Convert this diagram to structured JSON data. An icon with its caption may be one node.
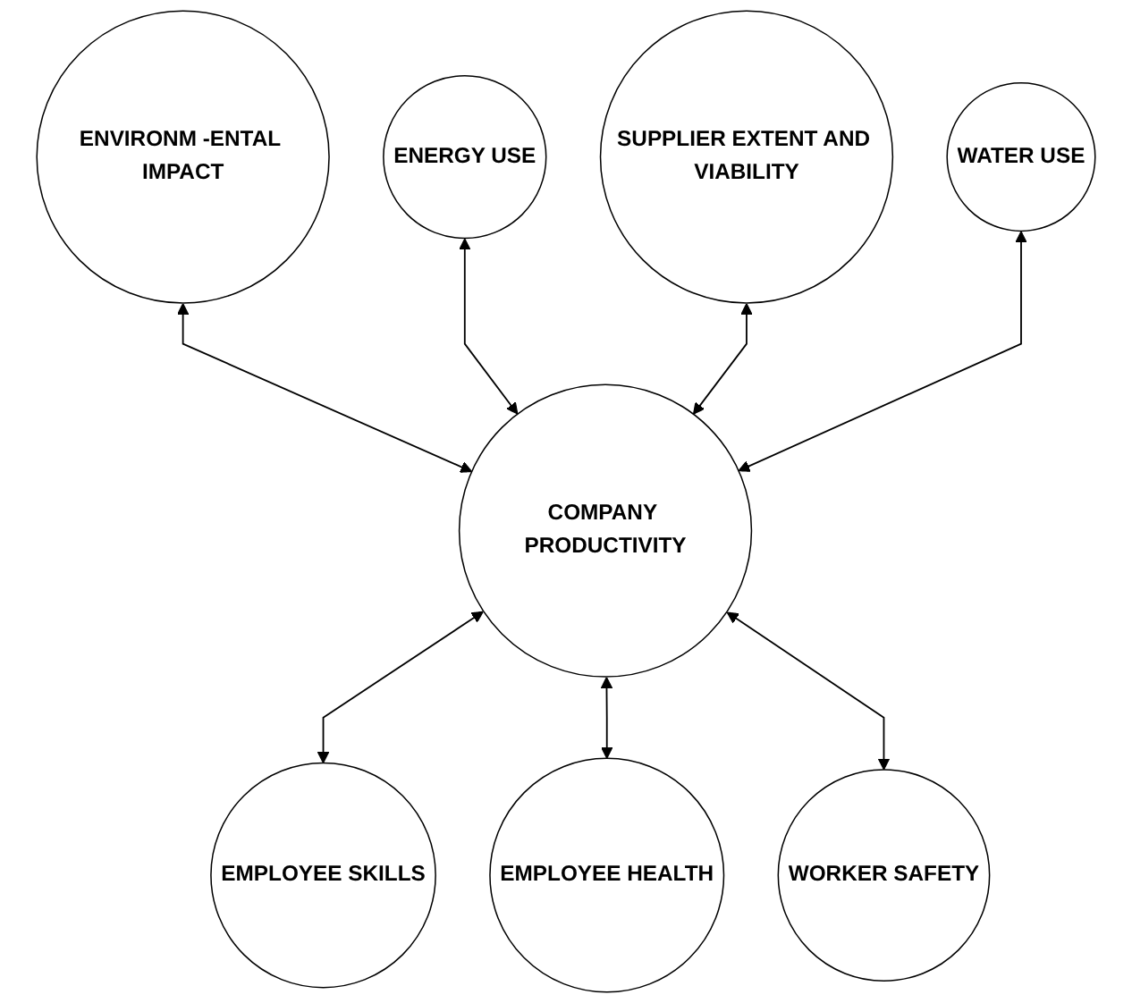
{
  "diagram": {
    "nodes": [
      {
        "text": [
          "ENVIRONM -ENTAL IMPACT"
        ]
      },
      {
        "text": [
          "ENERGY USE"
        ]
      },
      {
        "text": [
          "SUPPLIER EXTENT AND VIABILITY"
        ]
      },
      {
        "text": [
          "WATER USE"
        ]
      },
      {
        "text": [
          "COMPANY PRODUCTIVITY"
        ]
      },
      {
        "text": [
          "EMPLOYEE SKILLS"
        ]
      },
      {
        "text": [
          "EMPLOYEE HEALTH"
        ]
      },
      {
        "text": [
          "WORKER SAFETY"
        ]
      }
    ],
    "edges": [
      {
        "from": 0,
        "to": 4,
        "arrow": "both"
      },
      {
        "from": 1,
        "to": 4,
        "arrow": "both"
      },
      {
        "from": 2,
        "to": 4,
        "arrow": "both"
      },
      {
        "from": 3,
        "to": 4,
        "arrow": "both"
      },
      {
        "from": 4,
        "to": 5,
        "arrow": "both"
      },
      {
        "from": 4,
        "to": 6,
        "arrow": "both"
      },
      {
        "from": 4,
        "to": 7,
        "arrow": "both"
      }
    ]
  }
}
